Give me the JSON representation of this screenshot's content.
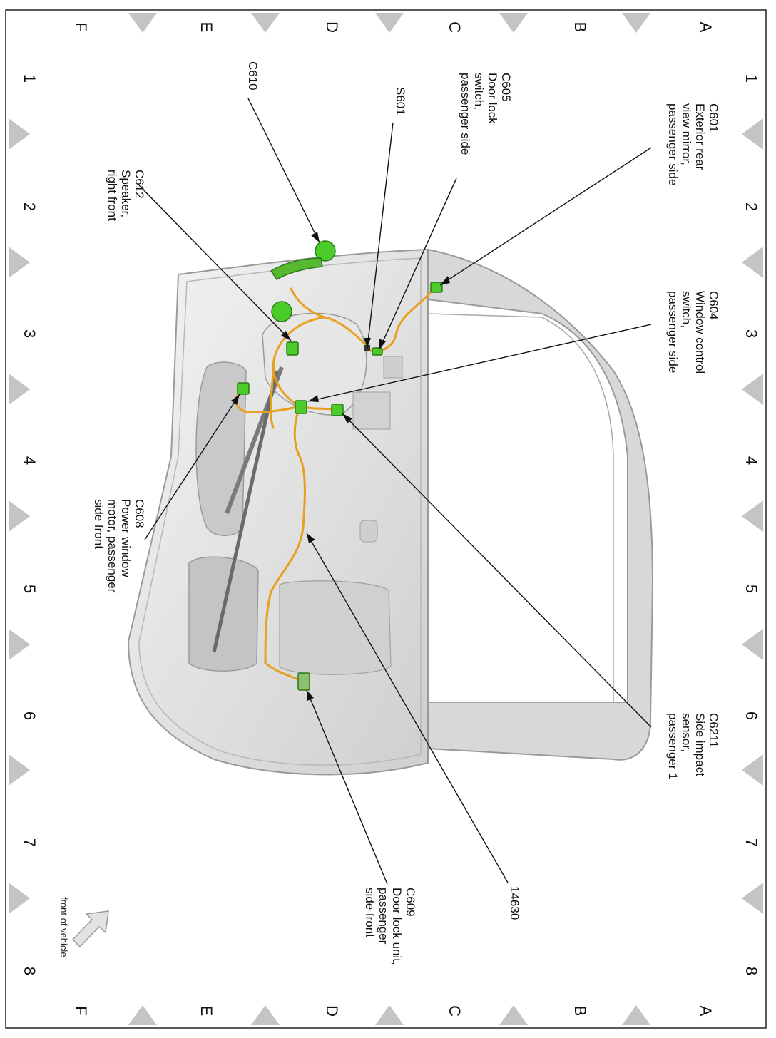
{
  "grid": {
    "rows": [
      "A",
      "B",
      "C",
      "D",
      "E",
      "F"
    ],
    "columns": [
      "1",
      "2",
      "3",
      "4",
      "5",
      "6",
      "7",
      "8"
    ]
  },
  "callouts": [
    {
      "id": "c601",
      "lines": [
        "C601",
        "Exterior rear",
        "view mirror,",
        "passenger side"
      ]
    },
    {
      "id": "c605",
      "lines": [
        "C605",
        "Door lock",
        "switch,",
        "passenger side"
      ]
    },
    {
      "id": "s601",
      "lines": [
        "S601"
      ]
    },
    {
      "id": "c610",
      "lines": [
        "C610"
      ]
    },
    {
      "id": "c612",
      "lines": [
        "C612",
        "Speaker,",
        "right front"
      ]
    },
    {
      "id": "c604",
      "lines": [
        "C604",
        "Window control",
        "switch,",
        "passenger side"
      ]
    },
    {
      "id": "c608",
      "lines": [
        "C608",
        "Power window",
        "motor, passenger",
        "side front"
      ]
    },
    {
      "id": "c6211",
      "lines": [
        "C6211",
        "Side impact",
        "sensor,",
        "passenger 1"
      ]
    },
    {
      "id": "h14630",
      "lines": [
        "14630"
      ]
    },
    {
      "id": "c609",
      "lines": [
        "C609",
        "Door lock unit,",
        "passenger",
        "side front"
      ]
    }
  ],
  "front_indicator": {
    "label": "front of vehicle"
  },
  "colors": {
    "harness": "#e8a020",
    "connector": "#4ccc2a",
    "panel": "#dcdcdc",
    "frame": "#c8c8c8",
    "grid_marker": "#c4c4c4"
  }
}
